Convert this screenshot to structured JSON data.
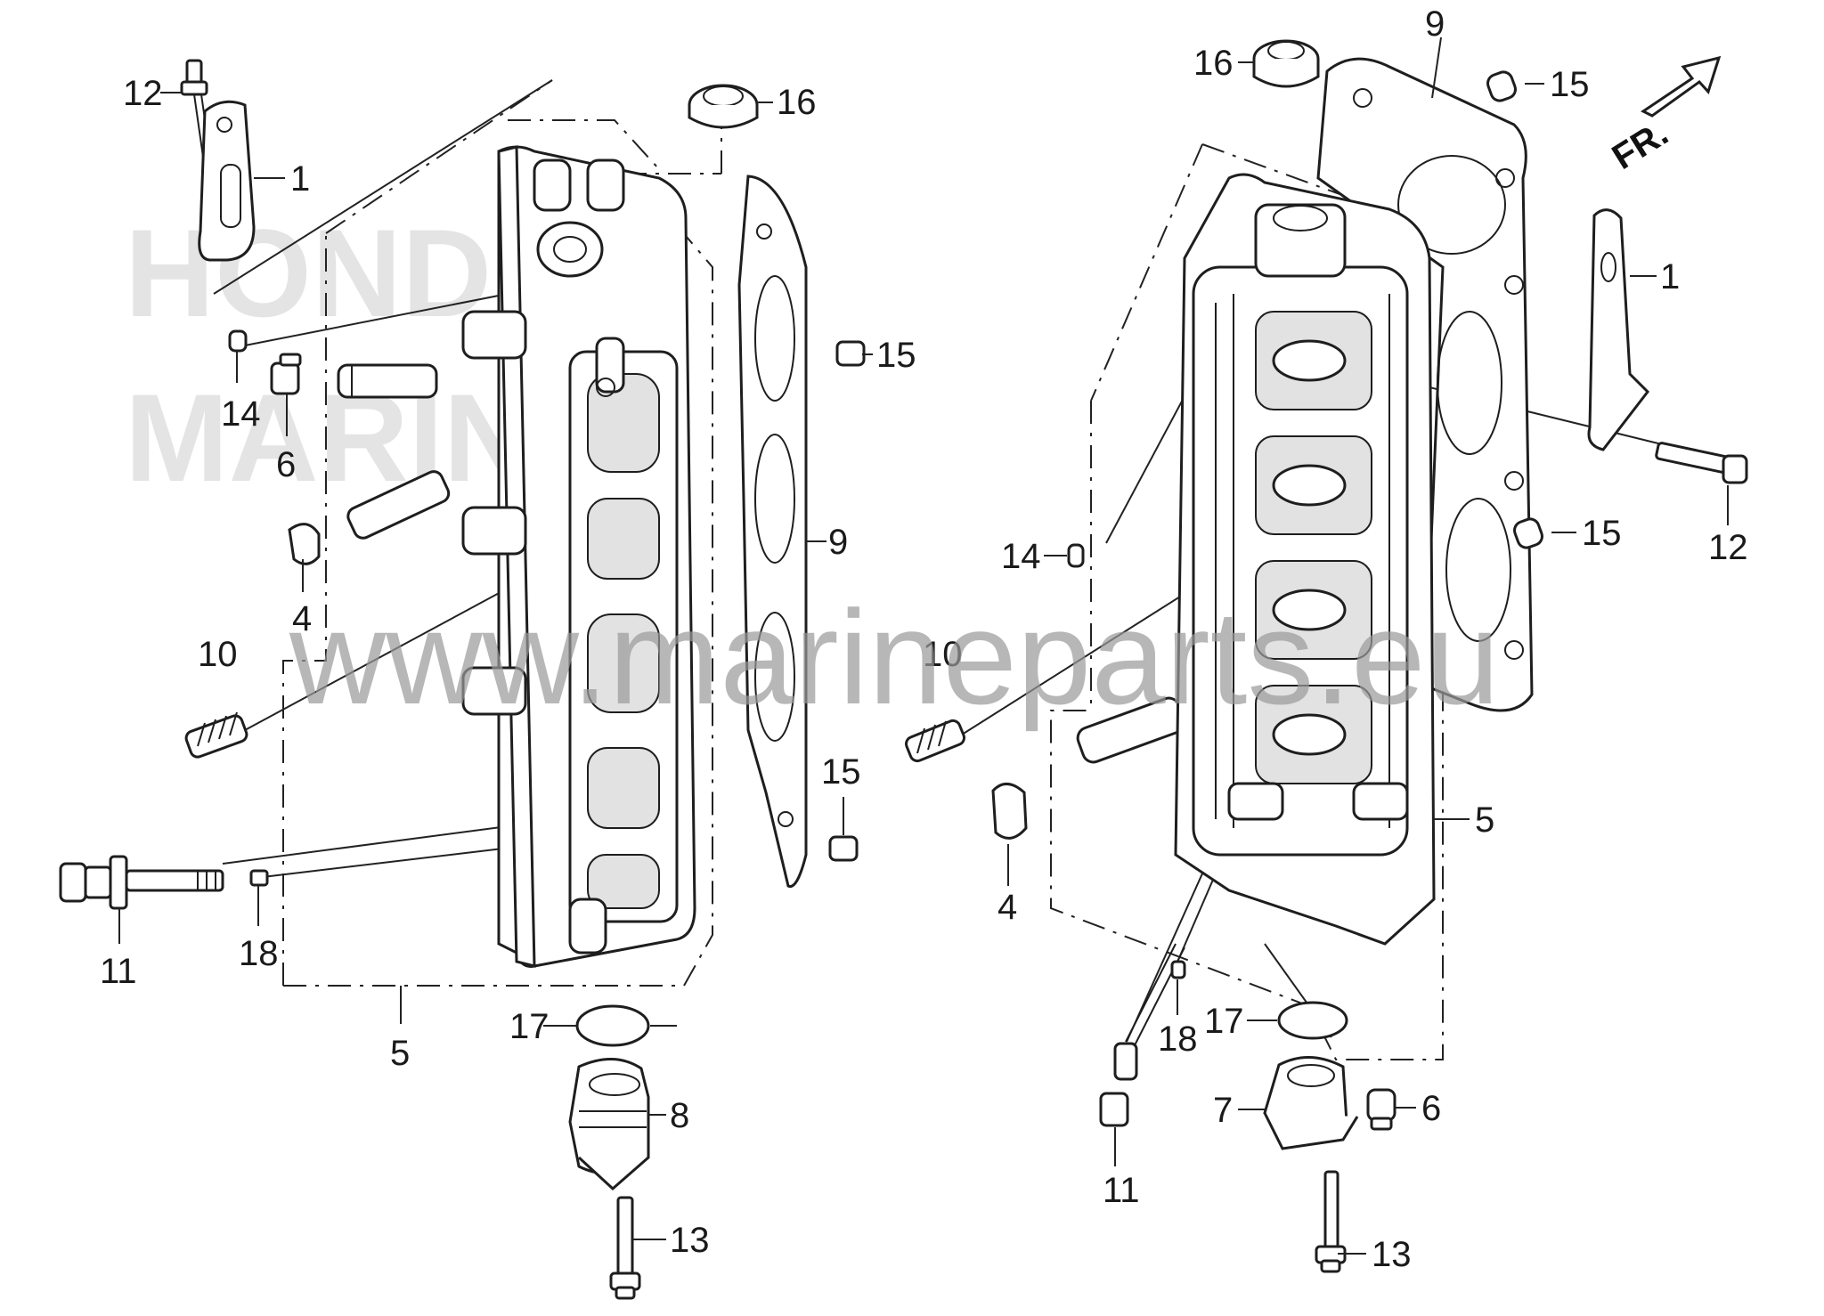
{
  "watermark": {
    "url": "www.marineparts.eu",
    "brand_line1": "HONDA",
    "brand_line2": "MARINE"
  },
  "direction_marker": {
    "label": "FR.",
    "icon": "arrow-up-right-icon"
  },
  "left_assembly": {
    "callouts": [
      "12",
      "1",
      "14",
      "6",
      "4",
      "10",
      "11",
      "18",
      "5",
      "16",
      "15",
      "9",
      "15",
      "17",
      "8",
      "13"
    ]
  },
  "right_assembly": {
    "callouts": [
      "16",
      "9",
      "15",
      "1",
      "12",
      "15",
      "14",
      "10",
      "4",
      "5",
      "17",
      "18",
      "7",
      "6",
      "11",
      "13"
    ]
  }
}
